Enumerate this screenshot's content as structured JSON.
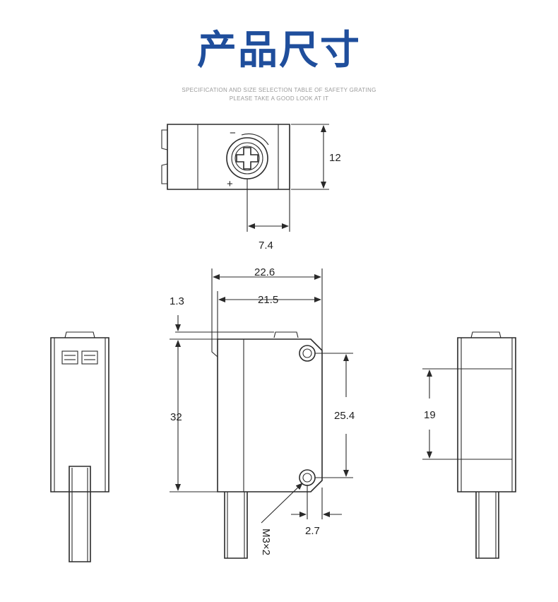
{
  "title": "产品尺寸",
  "subtitle_line1": "SPECIFICATION AND SIZE SELECTION TABLE OF SAFETY GRATING",
  "subtitle_line2": "PLEASE TAKE A GOOD LOOK AT IT",
  "dimensions": {
    "top_height": "12",
    "top_offset": "7.4",
    "overall_width": "22.6",
    "body_width": "21.5",
    "step": "1.3",
    "body_height": "32",
    "hole_pitch": "25.4",
    "hole_edge": "2.7",
    "side_height": "19",
    "mount_holes": "M3×2"
  },
  "symbols": {
    "minus": "−",
    "plus": "+"
  },
  "colors": {
    "title": "#1f4e9c",
    "line": "#2a2a2a"
  }
}
